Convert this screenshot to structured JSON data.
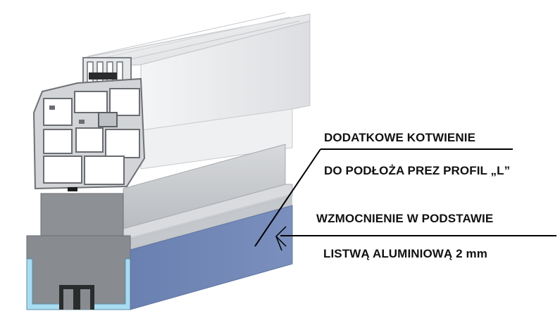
{
  "annotations": {
    "anchoring_line1": "DODATKOWE KOTWIENIE",
    "anchoring_line2": "DO PODŁOŻA PREZ PROFIL „L”",
    "reinforcement_line1": "WZMOCNIENIE W PODSTAWIE",
    "reinforcement_line2": "LISTWĄ ALUMINIOWĄ 2 mm"
  },
  "colors": {
    "pvc_light": "#e9eaec",
    "pvc_mid": "#c9cbcf",
    "pvc_dark": "#8f9296",
    "base_gray": "#8b8e92",
    "aluminium_blue": "#6f85b5",
    "glass_cyan": "#a9dcf0",
    "leader_line": "#000000"
  }
}
